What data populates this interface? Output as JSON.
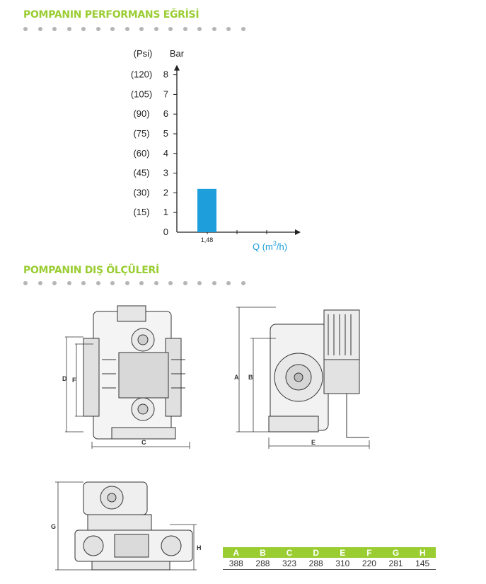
{
  "colors": {
    "accent": "#9acd32",
    "bar": "#1e9fdc",
    "dot": "#b5b5b5"
  },
  "section1": {
    "title": "POMPANIN PERFORMANS EĞRİSİ"
  },
  "section2": {
    "title": "POMPANIN DIŞ ÖLÇÜLERİ"
  },
  "chart_data": {
    "type": "bar",
    "title": "",
    "categories": [
      "1,48"
    ],
    "values": [
      2.2
    ],
    "ylabel": "Bar",
    "ylabel_secondary": "(Psi)",
    "xlabel_prefix": "Q (m",
    "xlabel_sup": "3",
    "xlabel_suffix": "/h)",
    "ylim": [
      0,
      8
    ],
    "yticks": [
      "0",
      "1",
      "2",
      "3",
      "4",
      "5",
      "6",
      "7",
      "8"
    ],
    "psi_ticks": [
      "(15)",
      "(30)",
      "(45)",
      "(60)",
      "(75)",
      "(90)",
      "(105)",
      "(120)"
    ],
    "grid": false
  },
  "drawings": {
    "front": {
      "labels": [
        "D",
        "F",
        "C"
      ]
    },
    "side": {
      "labels": [
        "A",
        "B",
        "E"
      ]
    },
    "top": {
      "labels": [
        "G",
        "H"
      ]
    }
  },
  "dimensions": {
    "headers": [
      "A",
      "B",
      "C",
      "D",
      "E",
      "F",
      "G",
      "H"
    ],
    "values": [
      "388",
      "288",
      "323",
      "288",
      "310",
      "220",
      "281",
      "145"
    ]
  }
}
